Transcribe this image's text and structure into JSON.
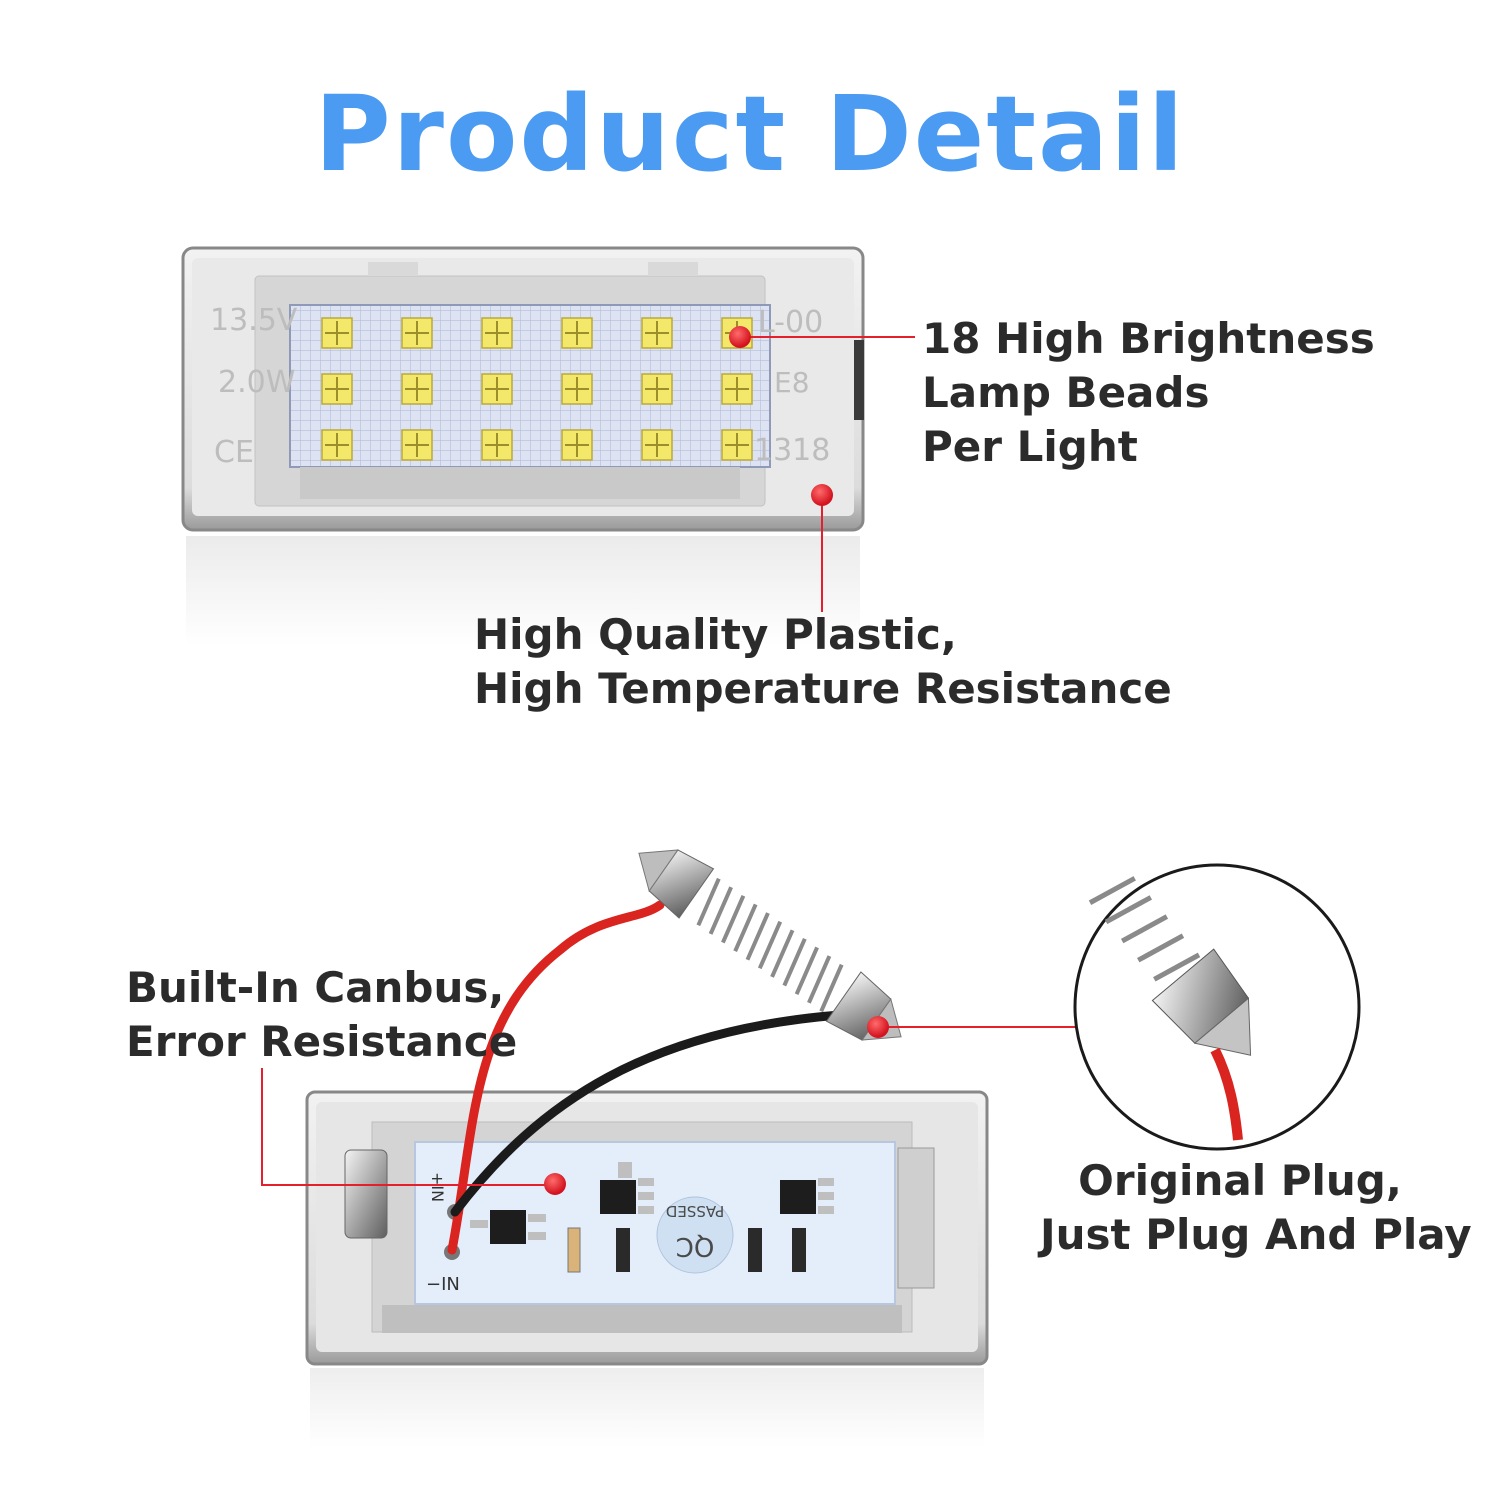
{
  "title": "Product Detail",
  "labels": {
    "beads": [
      "18 High Brightness",
      "Lamp Beads",
      "Per Light"
    ],
    "plastic": [
      "High Quality Plastic,",
      "High Temperature Resistance"
    ],
    "canbus": [
      "Built-In Canbus,",
      "Error Resistance"
    ],
    "plug": [
      "Original Plug,",
      "Just Plug And Play"
    ]
  },
  "housing_markings": {
    "voltage": "13.5V",
    "power": "2.0W",
    "ce": "CE",
    "code_right": "L-00",
    "emark": "E8",
    "number": "1318"
  },
  "pcb_markings": {
    "plus": "+IN",
    "minus": "−IN",
    "qc": "QC",
    "passed": "PASSED"
  },
  "colors": {
    "title": "#4b9bf2",
    "callout": "#e51f2b",
    "text": "#2b2b2b",
    "red_wire": "#d9241f",
    "black_wire": "#1b1b1b",
    "led": "#f3e86a",
    "board": "#e4eefb"
  },
  "led_count": 18
}
